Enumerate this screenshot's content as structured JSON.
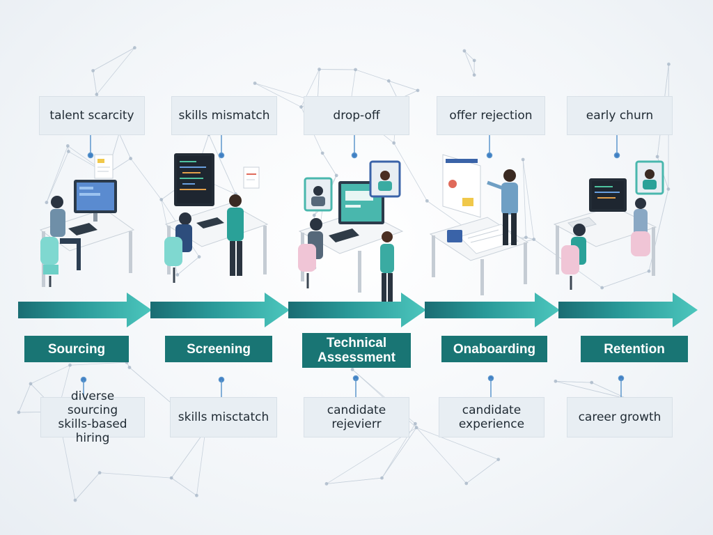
{
  "stages": [
    {
      "label": "Sourcing",
      "challenge": "talent scarcity",
      "solution": "diverse sourcing\nskills-based hiring"
    },
    {
      "label": "Screening",
      "challenge": "skills mismatch",
      "solution": "skills misctatch"
    },
    {
      "label": "Technical\nAssessment",
      "challenge": "drop-off",
      "solution": "candidate\nrejevierr"
    },
    {
      "label": "Onaboarding",
      "challenge": "offer rejection",
      "solution": "candidate\nexperience"
    },
    {
      "label": "Retention",
      "challenge": "early churn",
      "solution": "career growth"
    }
  ],
  "colors": {
    "stage_fill": "#197574",
    "arrow_dark": "#1a6d73",
    "arrow_light": "#48c3bb",
    "box_fill": "#e8eef3",
    "connector": "#4a8fd0",
    "network": "#aab8c8"
  },
  "icons": [
    "workstation-scene",
    "document-icon",
    "video-call-icon",
    "presentation-board-icon",
    "network-lines"
  ]
}
